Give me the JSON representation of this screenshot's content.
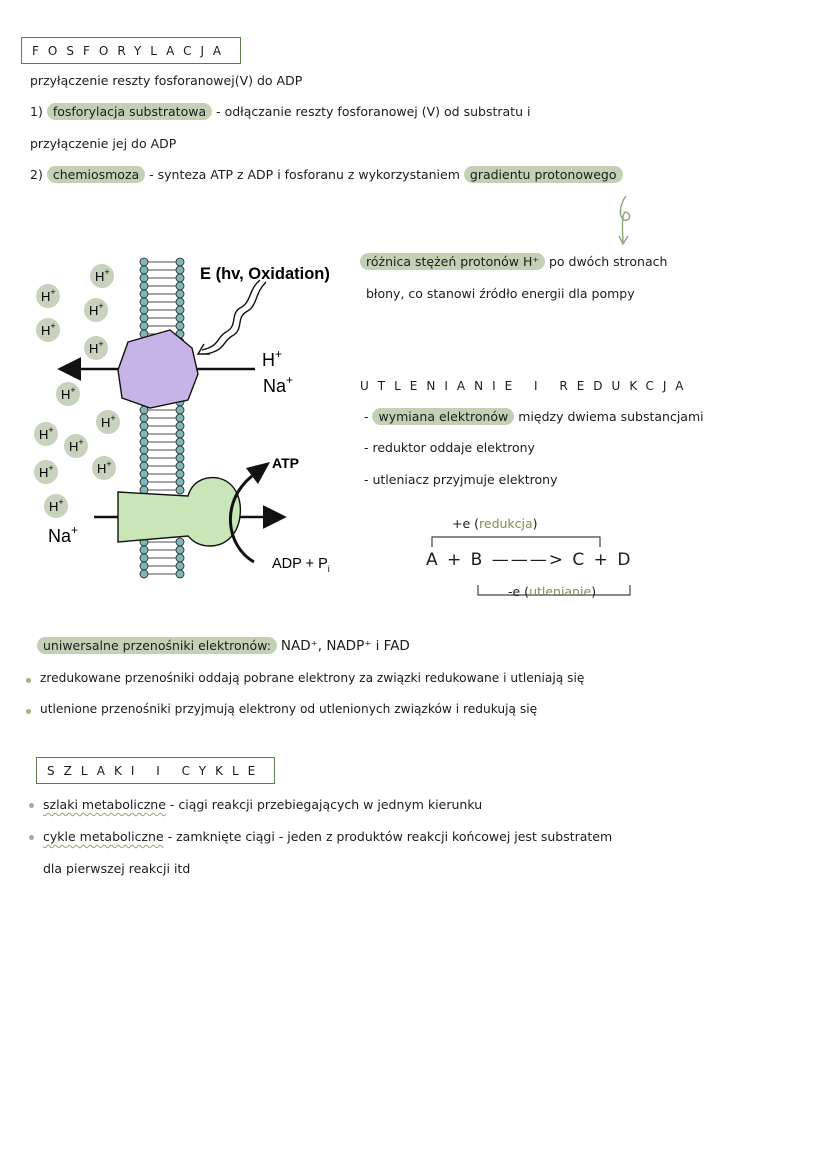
{
  "section1": {
    "title": "FOSFORYLACJA",
    "definition": "przyłączenie reszty fosforanowej(V) do ADP",
    "item1": {
      "num": "1)",
      "term": "fosforylacja substratowa",
      "desc": " - odłączanie reszty fosforanowej (V) od substratu i",
      "desc2": "przyłączenie jej do ADP"
    },
    "item2": {
      "num": "2)",
      "term": "chemiosmoza",
      "desc": " - synteza ATP z ADP i fosforanu z wykorzystaniem",
      "term2": "gradientu protonowego"
    }
  },
  "gradient_note": {
    "term": "różnica stężeń protonów H⁺",
    "desc": " po dwóch stronach",
    "line2": "błony, co stanowi źródło energii dla pompy"
  },
  "diagram": {
    "energy_label": "E (hv, Oxidation)",
    "proton": "H",
    "plus": "+",
    "sodium": "Na",
    "atp": "ATP",
    "adp": "ADP + P",
    "pi_sub": "i"
  },
  "redox": {
    "title": "UTLENIANIE I REDUKCJA",
    "line1_term": "wymiana elektronów",
    "line1_rest": " między dwiema substancjami",
    "line2": "reduktor oddaje elektrony",
    "line3": "utleniacz przyjmuje elektrony",
    "top_prefix": "+e (",
    "top_word": "redukcja",
    "top_suffix": ")",
    "equation": "A + B ———> C + D",
    "bottom_prefix": "-e (",
    "bottom_word": "utlenianie",
    "bottom_suffix": ")"
  },
  "carriers": {
    "term": "uniwersalne przenośniki elektronów:",
    "list": "NAD⁺, NADP⁺ i FAD",
    "bullet1": "zredukowane przenośniki oddają pobrane elektrony za związki redukowane i utleniają się",
    "bullet2": "utlenione przenośniki przyjmują elektrony od utlenionych związków i redukują się"
  },
  "section2": {
    "title": "SZLAKI I CYKLE",
    "bullet1_term": "szlaki metaboliczne",
    "bullet1_rest": " - ciągi reakcji przebiegających w jednym kierunku",
    "bullet2_term": "cykle metaboliczne",
    "bullet2_rest": " - zamknięte ciągi - jeden z produktów reakcji końcowej jest substratem",
    "bullet2_line2": "dla pierwszej reakcji itd"
  },
  "colors": {
    "highlight": "#c4d0b5",
    "accent": "#7a8f5c",
    "membrane_head": "#7fb8b8",
    "proton_circle": "#c9d2bd",
    "pump": "#c7b3e6",
    "atp_synthase": "#c8e6b8"
  }
}
